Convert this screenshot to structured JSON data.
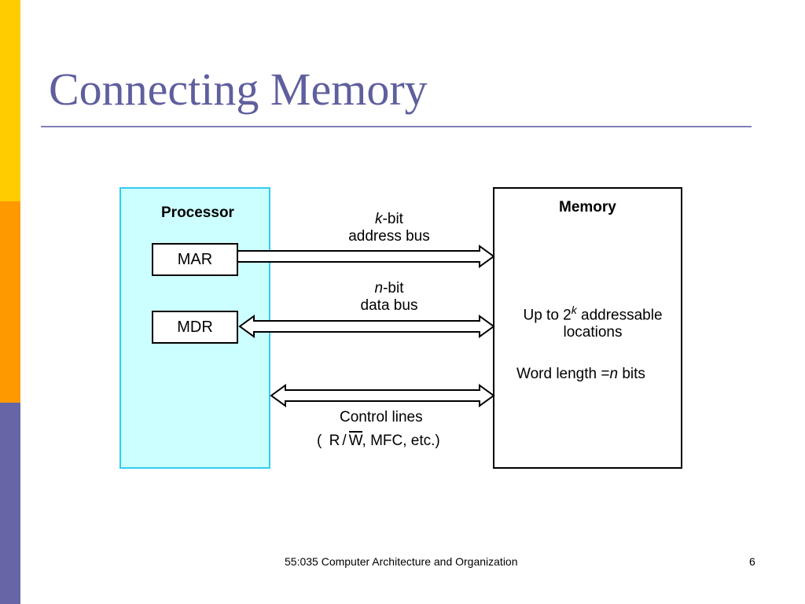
{
  "slide": {
    "title": "Connecting Memory",
    "footer": "55:035 Computer Architecture and Organization",
    "page_number": "6"
  },
  "diagram": {
    "processor_label": "Processor",
    "memory_label": "Memory",
    "mar_label": "MAR",
    "mdr_label": "MDR",
    "address_bus": {
      "var": "k",
      "suffix": "-bit",
      "line2": "address bus"
    },
    "data_bus": {
      "var": "n",
      "suffix": "-bit",
      "line2": "data bus"
    },
    "control": {
      "line1": "Control lines",
      "open": "(",
      "r": "R",
      "slash": "/",
      "w": "W",
      "rest": ", MFC, etc.)"
    },
    "memory_locations": {
      "prefix": "Up to 2",
      "exponent": "k",
      "suffix": " addressable",
      "line2": "locations"
    },
    "word_length": {
      "prefix": "Word length =",
      "var": "n",
      "suffix": " bits"
    }
  }
}
